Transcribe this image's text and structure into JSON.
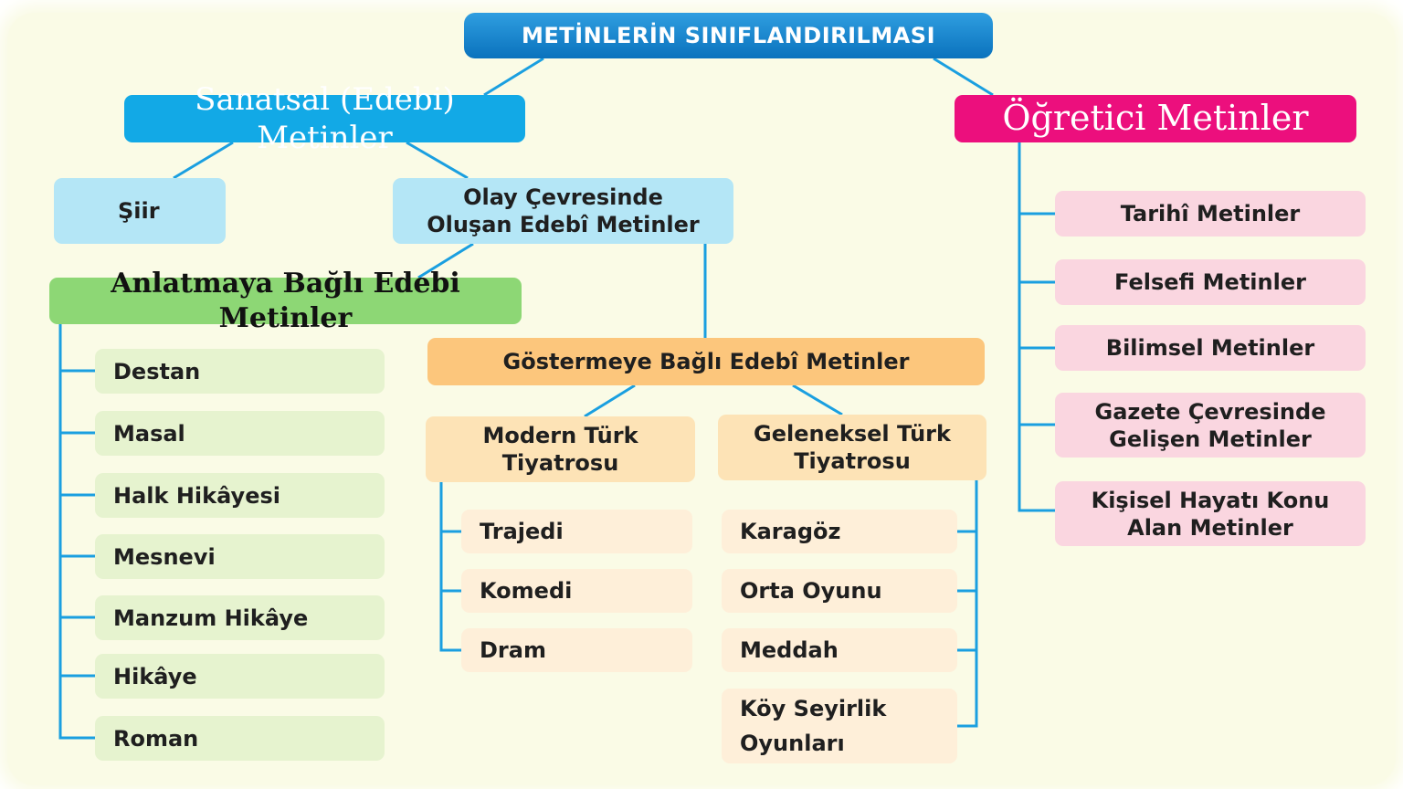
{
  "diagram": {
    "title": "METİNLERİN SINIFLANDIRILMASI",
    "sanatsal": {
      "label": "Sanatsal (Edebi) Metinler",
      "siir": "Şiir",
      "olay": "Olay Çevresinde\nOluşan Edebî Metinler"
    },
    "anlatmaya": {
      "label": "Anlatmaya Bağlı Edebi Metinler",
      "items": [
        "Destan",
        "Masal",
        "Halk Hikâyesi",
        "Mesnevi",
        "Manzum Hikâye",
        "Hikâye",
        "Roman"
      ]
    },
    "gostermeye": {
      "label": "Göstermeye Bağlı Edebî Metinler",
      "modern": {
        "label": "Modern Türk\nTiyatrosu",
        "items": [
          "Trajedi",
          "Komedi",
          "Dram"
        ]
      },
      "geleneksel": {
        "label": "Geleneksel Türk\nTiyatrosu",
        "items": [
          "Karagöz",
          "Orta Oyunu",
          "Meddah",
          "Köy Seyirlik\nOyunları"
        ]
      }
    },
    "ogretici": {
      "label": "Öğretici Metinler",
      "items": [
        "Tarihî Metinler",
        "Felsefi Metinler",
        "Bilimsel Metinler",
        "Gazete Çevresinde\nGelişen Metinler",
        "Kişisel Hayatı Konu\nAlan Metinler"
      ]
    },
    "colors": {
      "connector": "#1a9fe0",
      "title": "#0a72bd",
      "sanatsal": "#12a9e6",
      "ogretici": "#ec0f7d",
      "anlatmaya": "#8dd775",
      "gostermeye": "#fcc67c",
      "background": "#fafbe6"
    }
  }
}
